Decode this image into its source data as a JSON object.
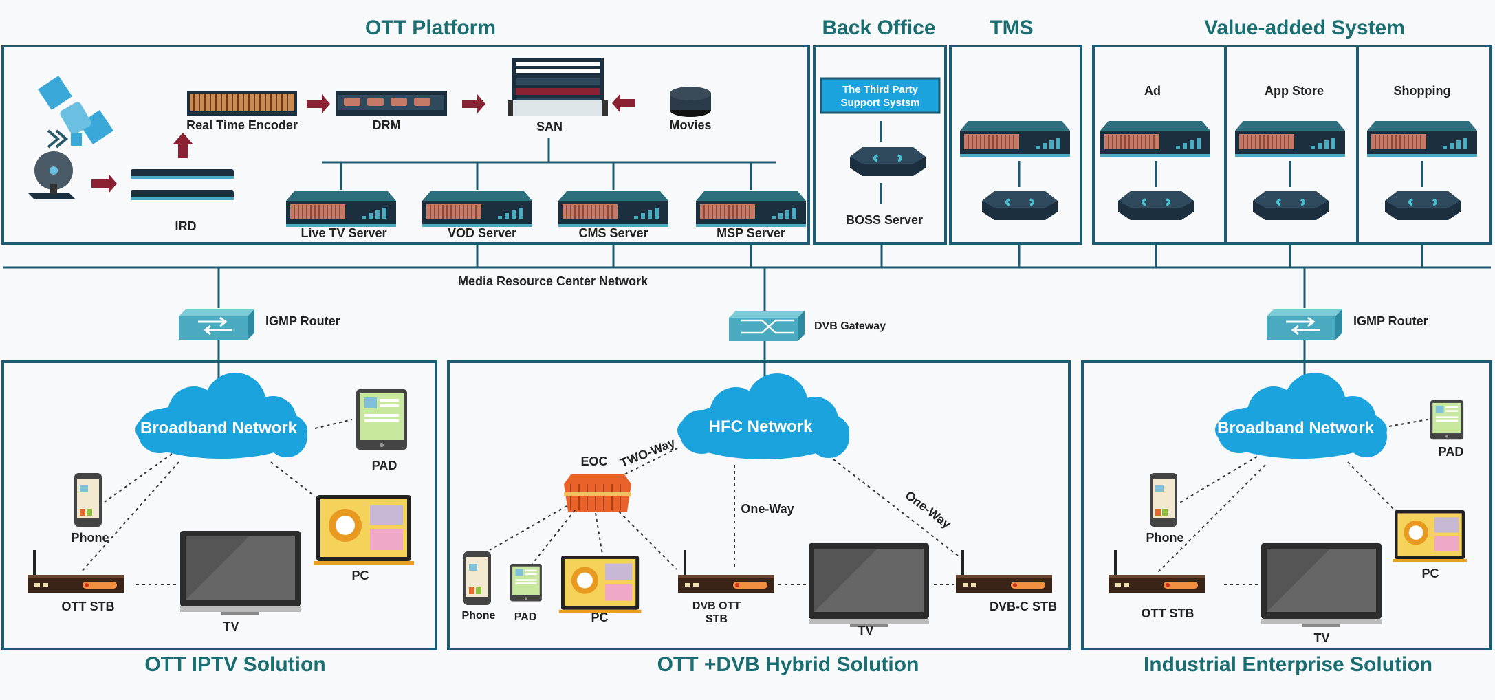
{
  "sections": {
    "ott_platform": "OTT Platform",
    "back_office": "Back Office",
    "tms": "TMS",
    "value_added": "Value-added System",
    "ott_iptv": "OTT IPTV Solution",
    "hybrid": "OTT +DVB Hybrid Solution",
    "enterprise": "Industrial Enterprise Solution"
  },
  "platform": {
    "real_time_encoder": "Real Time Encoder",
    "drm": "DRM",
    "san": "SAN",
    "movies": "Movies",
    "ird": "IRD",
    "live_tv_server": "Live TV Server",
    "vod_server": "VOD Server",
    "cms_server": "CMS Server",
    "msp_server": "MSP Server"
  },
  "back_office": {
    "third_party_line1": "The Third Party",
    "third_party_line2": "Support Systsm",
    "boss_server": "BOSS Server"
  },
  "value_added": {
    "ad": "Ad",
    "app_store": "App Store",
    "shopping": "Shopping"
  },
  "network": {
    "media_resource_center": "Media Resource Center Network",
    "igmp_router_left": "IGMP Router",
    "dvb_gateway": "DVB Gateway",
    "igmp_router_right": "IGMP Router"
  },
  "iptv": {
    "cloud": "Broadband Network",
    "pad": "PAD",
    "phone": "Phone",
    "pc": "PC",
    "ott_stb": "OTT STB",
    "tv": "TV"
  },
  "hybrid": {
    "cloud": "HFC Network",
    "eoc": "EOC",
    "two_way": "TWO-Way",
    "one_way_center": "One-Way",
    "one_way_right": "One-Way",
    "phone": "Phone",
    "pad": "PAD",
    "pc": "PC",
    "dvb_ott_stb_line1": "DVB OTT",
    "dvb_ott_stb_line2": "STB",
    "tv": "TV",
    "dvb_c_stb": "DVB-C STB"
  },
  "enterprise": {
    "cloud": "Broadband Network",
    "pad": "PAD",
    "phone": "Phone",
    "pc": "PC",
    "ott_stb": "OTT STB",
    "tv": "TV"
  },
  "colors": {
    "title_teal": "#1a6e72",
    "box_stroke": "#1d5a73",
    "cloud_blue": "#1aa3dd",
    "arrow_red": "#8a2233",
    "router_teal": "#4aaac0"
  }
}
